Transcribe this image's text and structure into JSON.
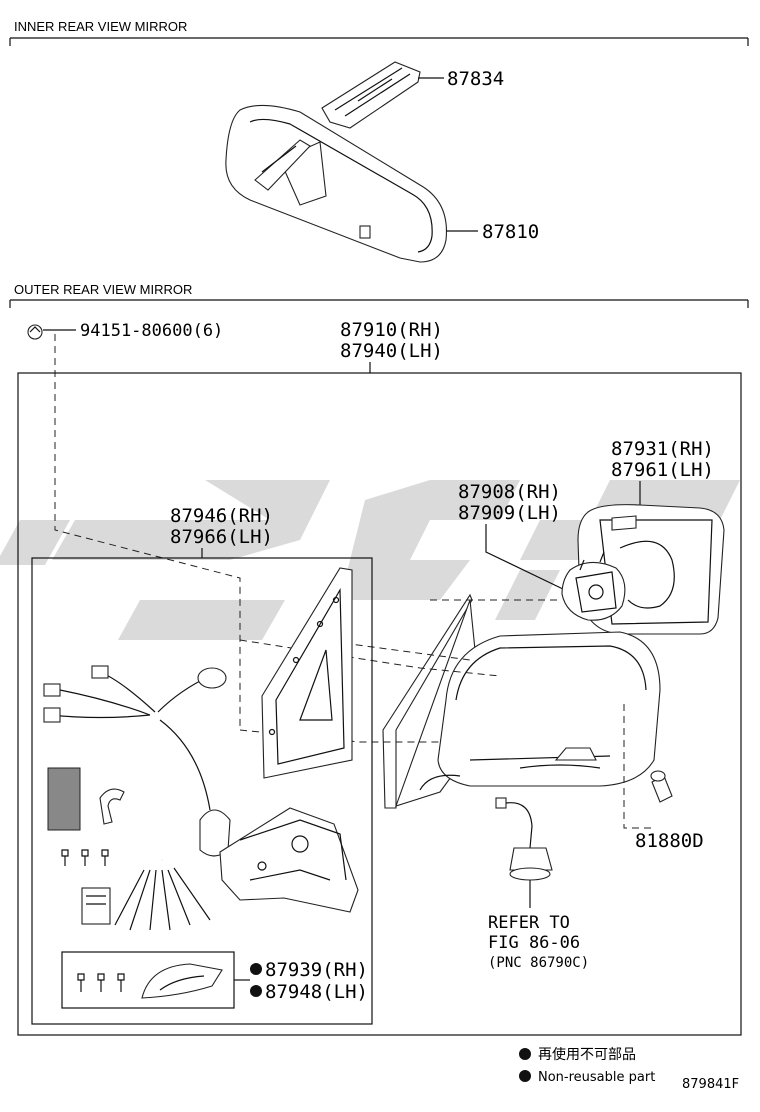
{
  "sections": {
    "inner": "INNER REAR VIEW MIRROR",
    "outer": "OUTER REAR VIEW MIRROR"
  },
  "parts": {
    "p87834": "87834",
    "p87810": "87810",
    "p94151": "94151-80600(6)",
    "p87910": "87910(RH)",
    "p87940": "87940(LH)",
    "p87931": "87931(RH)",
    "p87961": "87961(LH)",
    "p87908": "87908(RH)",
    "p87909": "87909(LH)",
    "p87946": "87946(RH)",
    "p87966": "87966(LH)",
    "p87939": "87939(RH)",
    "p87948": "87948(LH)",
    "p81880": "81880D"
  },
  "refer": {
    "line1": "REFER TO",
    "line2": "FIG 86-06",
    "line3": "(PNC 86790C)"
  },
  "legend": {
    "jp": "再使用不可部品",
    "en": "Non-reusable part"
  },
  "figure_id": "879841F",
  "colors": {
    "ink": "#111111",
    "watermark": "#d6d6d6"
  }
}
